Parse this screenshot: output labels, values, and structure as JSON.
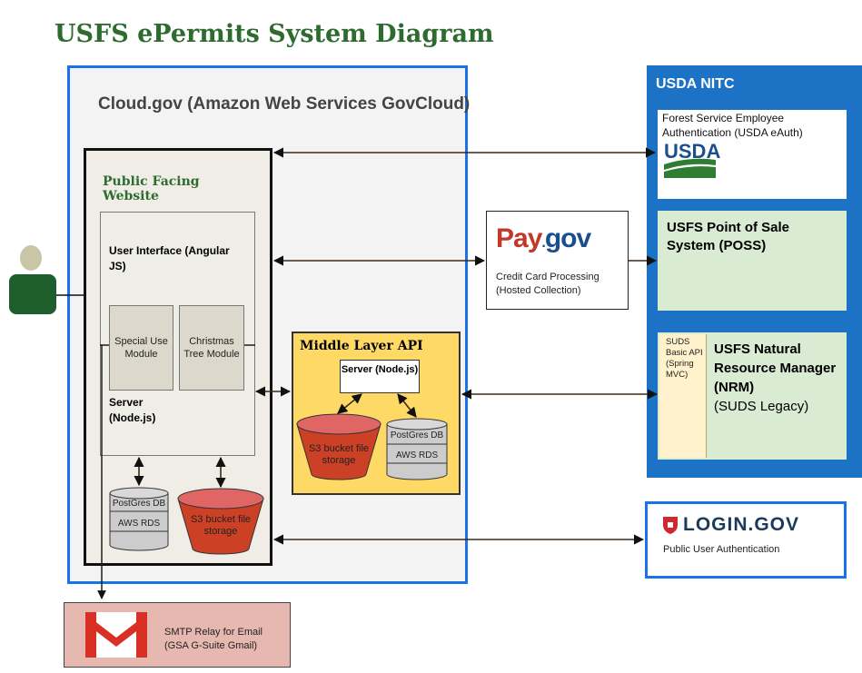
{
  "diagram": {
    "title": "USFS ePermits System Diagram",
    "cloud": {
      "label": "Cloud.gov (Amazon Web Services GovCloud)"
    },
    "public_site": {
      "label": "Public Facing Website",
      "ui_label": "User Interface (Angular JS)",
      "modules": [
        "Special Use Module",
        "Christmas Tree Module"
      ],
      "server_label": "Server (Node.js)",
      "db": {
        "name": "PostGres DB",
        "host": "AWS RDS"
      },
      "s3": {
        "label": "S3 bucket file storage"
      }
    },
    "middle_layer": {
      "label": "Middle Layer API",
      "server_label": "Server (Node.js)",
      "db": {
        "name": "PostGres DB",
        "host": "AWS RDS"
      },
      "s3": {
        "label": "S3 bucket file storage"
      }
    },
    "nitc": {
      "label": "USDA NITC",
      "eauth": {
        "text": "Forest Service Employee Authentication (USDA eAuth)",
        "logo": "USDA"
      },
      "poss": {
        "text": "USFS Point of Sale System (POSS)"
      },
      "nrm": {
        "suds_api": "SUDS Basic API (Spring MVC)",
        "title": "USFS Natural Resource Manager (NRM)",
        "subtitle": "(SUDS Legacy)"
      }
    },
    "paygov": {
      "logo": "Pay.gov",
      "text": "Credit Card Processing (Hosted Collection)"
    },
    "login_gov": {
      "logo": "LOGIN.GOV",
      "text": "Public User Authentication"
    },
    "smtp": {
      "text": "SMTP Relay for Email (GSA G-Suite Gmail)"
    },
    "icons": [
      "user-icon",
      "usda-logo-icon",
      "paygov-logo-icon",
      "login-gov-shield-icon",
      "gmail-icon",
      "database-icon",
      "s3-bucket-icon"
    ],
    "colors": {
      "title_green": "#2e6b2e",
      "cloud_border": "#1a73e8",
      "nitc_blue": "#1c72c4",
      "middle_layer_yellow": "#ffd966",
      "s3_red": "#cc4125",
      "db_gray": "#cccccc",
      "smtp_pink": "#e6b8af",
      "nitc_green": "#d9ebd3"
    }
  }
}
